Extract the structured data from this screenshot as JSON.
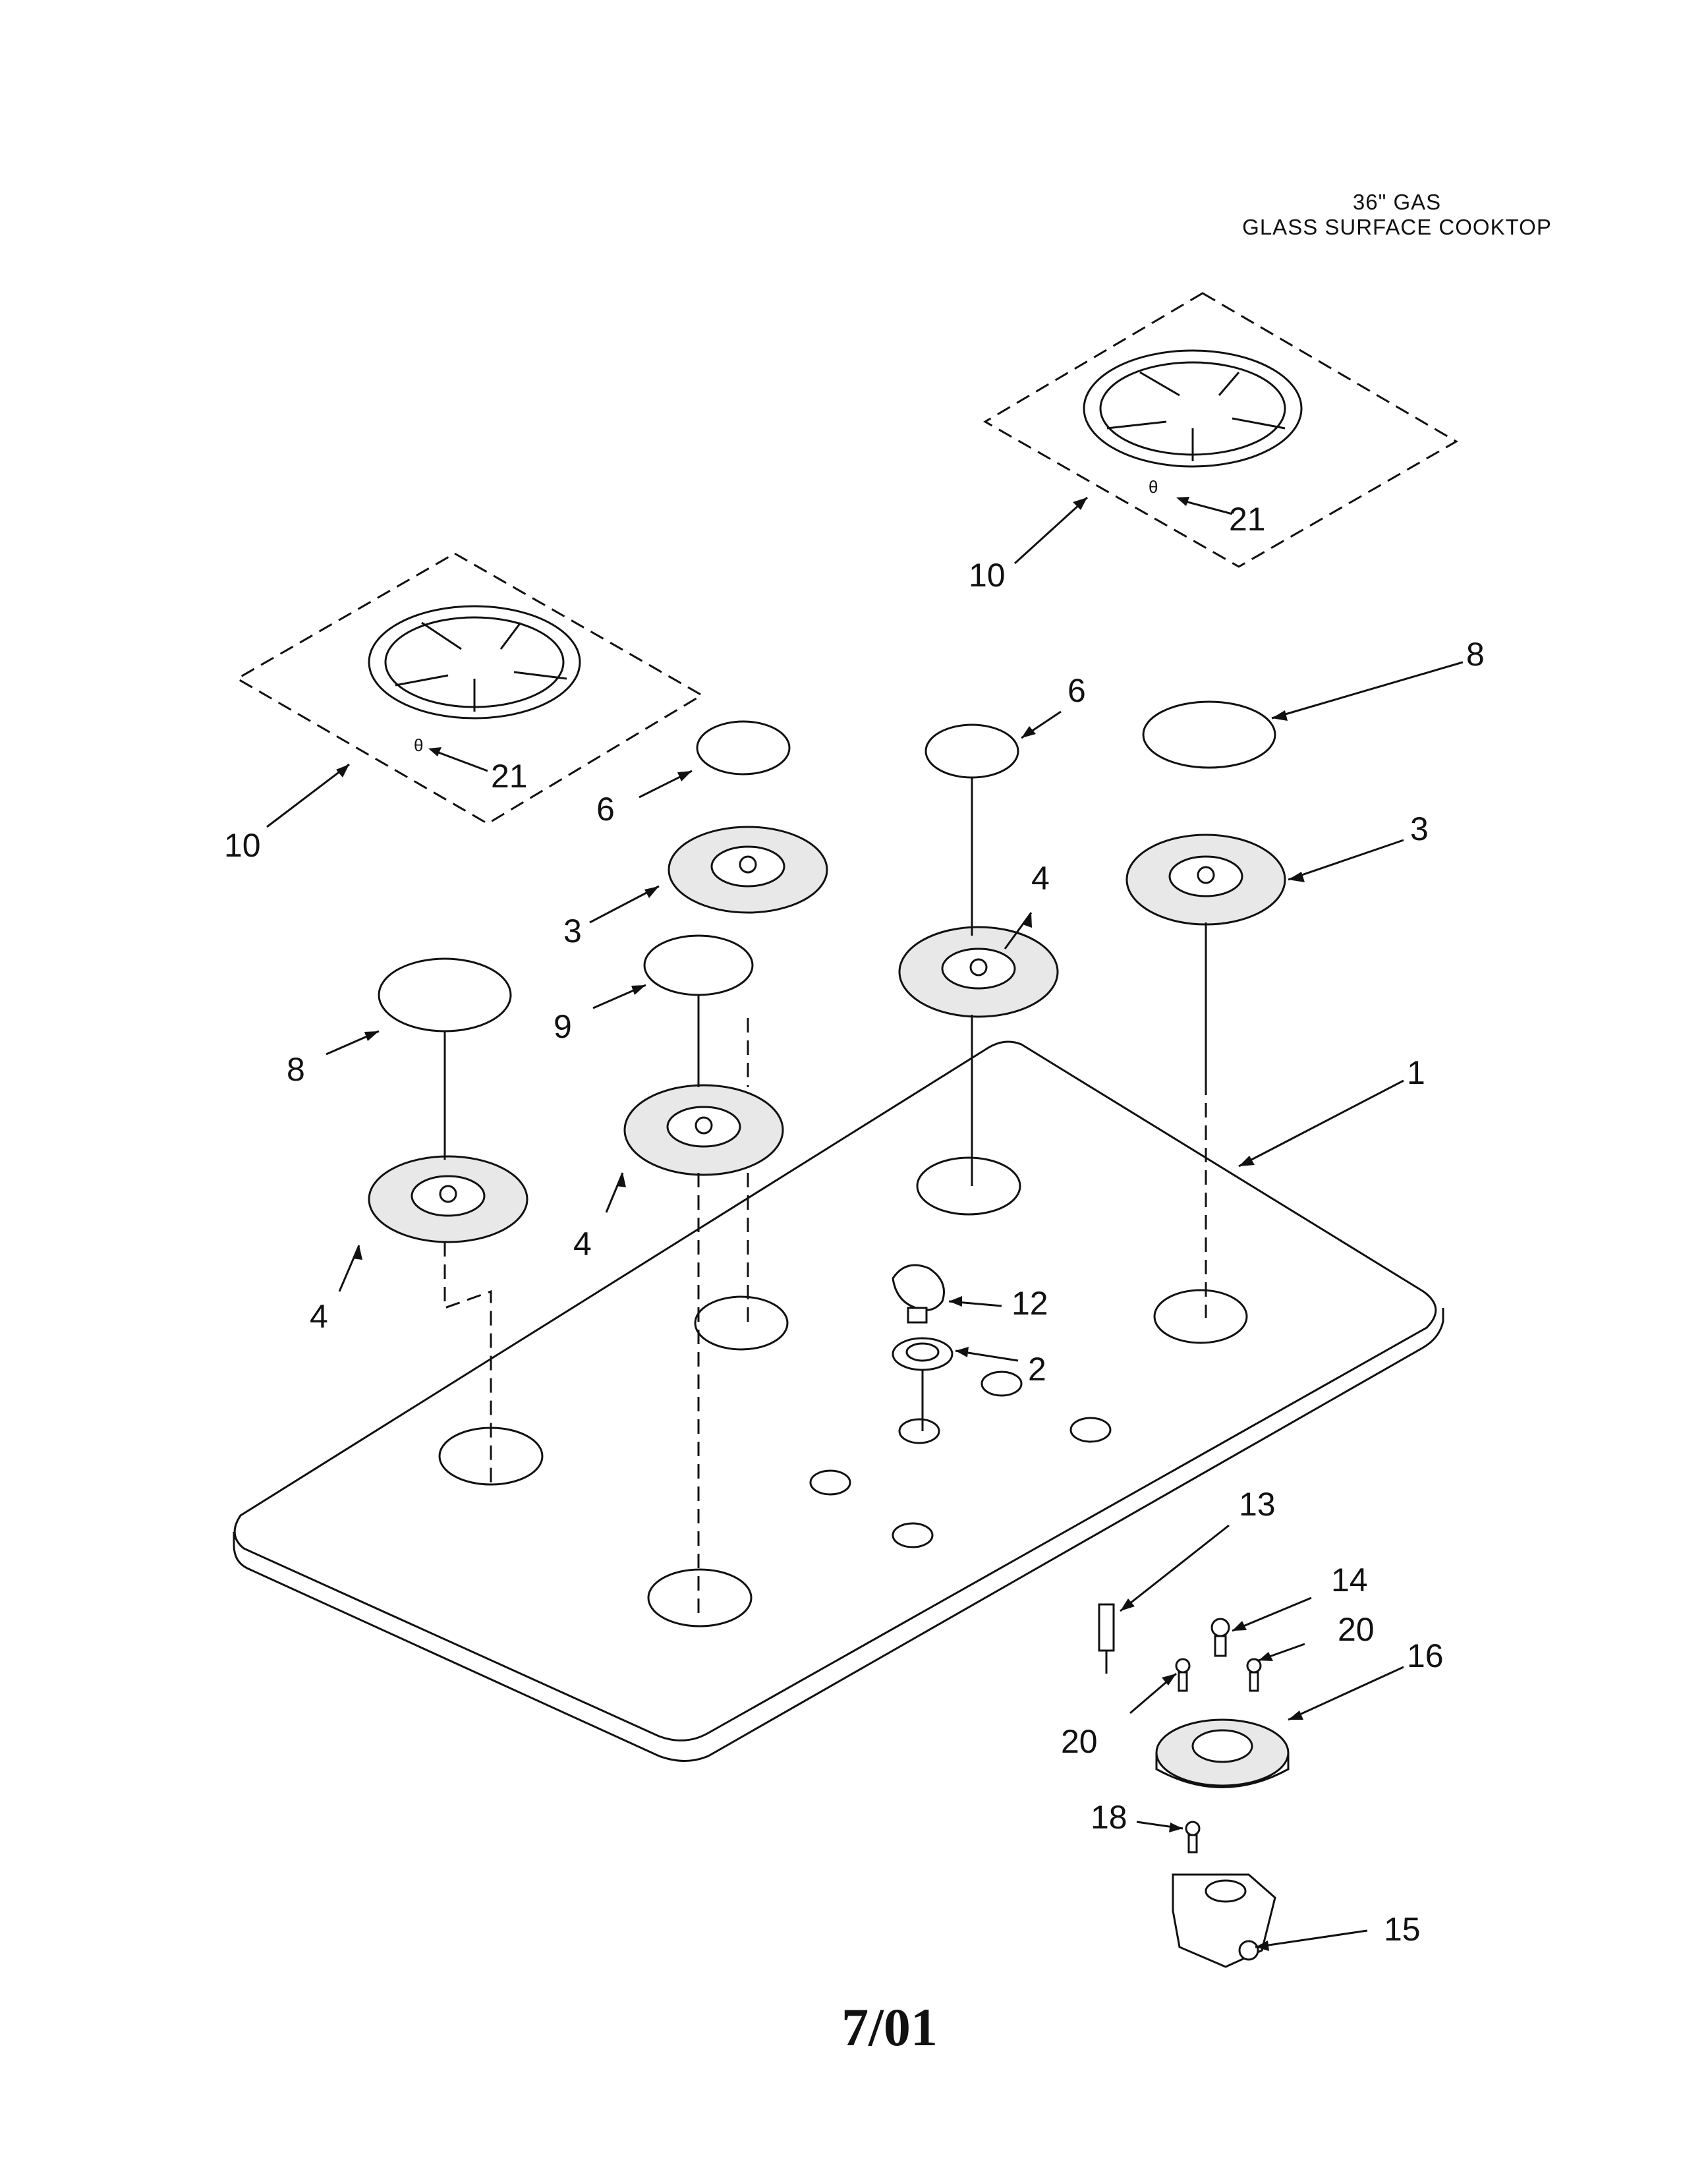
{
  "header": {
    "line1": "36\" GAS",
    "line2": "GLASS SURFACE COOKTOP"
  },
  "callouts": {
    "c1": "1",
    "c2": "2",
    "c3a": "3",
    "c3b": "3",
    "c4a": "4",
    "c4b": "4",
    "c4c": "4",
    "c6a": "6",
    "c6b": "6",
    "c8a": "8",
    "c8b": "8",
    "c9": "9",
    "c10a": "10",
    "c10b": "10",
    "c12": "12",
    "c13": "13",
    "c14": "14",
    "c15": "15",
    "c16": "16",
    "c18": "18",
    "c20a": "20",
    "c20b": "20",
    "c21a": "21",
    "c21b": "21"
  },
  "footer": {
    "date_code": "7/01"
  }
}
